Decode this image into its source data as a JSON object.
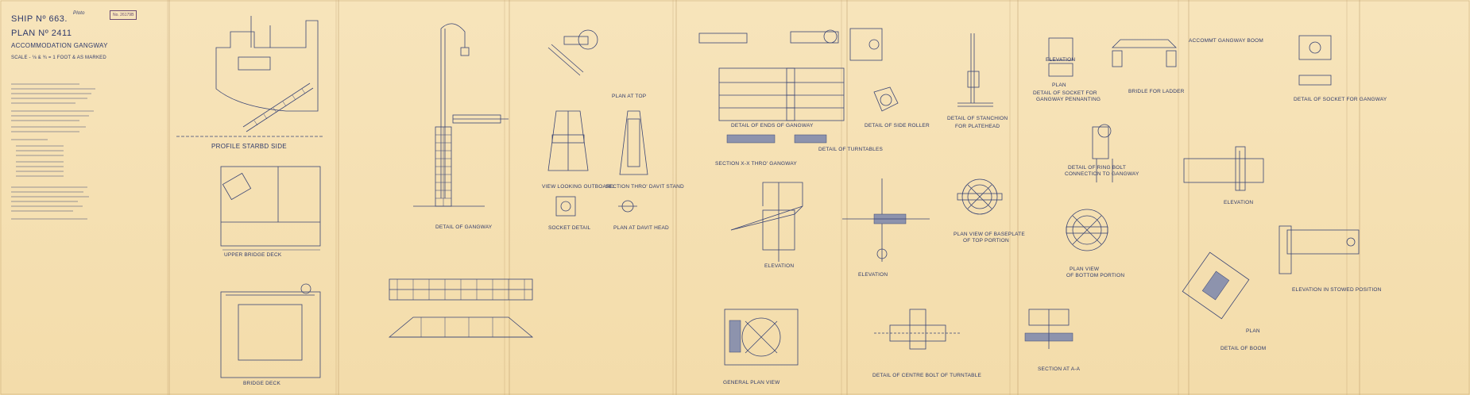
{
  "title_block": {
    "ship": "SHIP Nº 663.",
    "plan": "PLAN Nº 2411",
    "subject": "ACCOMMODATION GANGWAY",
    "scale": "SCALE - ⅛ & ¾ = 1 FOOT & AS MARKED",
    "ship_name_handwritten": "Ploto"
  },
  "labels": {
    "profile_starbd_side": "PROFILE STARBD SIDE",
    "upper_bridge_deck": "UPPER BRIDGE DECK",
    "bridge_deck": "BRIDGE DECK",
    "detail_of_gangway": "DETAIL OF GANGWAY",
    "view_looking_outboard": "VIEW LOOKING OUTBOARD",
    "section_thro_davit_stand": "SECTION THRO' DAVIT STAND",
    "socket_detail": "SOCKET DETAIL",
    "plan_at_davit_head": "PLAN AT DAVIT HEAD",
    "plan_at_top": "PLAN AT TOP",
    "detail_of_ends_of_gangway": "DETAIL OF ENDS OF GANGWAY",
    "section_xx_thro_gangway": "SECTION X-X THRO' GANGWAY",
    "detail_of_turntables": "DETAIL OF TURNTABLES",
    "detail_of_side_roller": "DETAIL OF SIDE ROLLER",
    "detail_of_stanchion_for_platehead": "DETAIL OF STANCHION",
    "for_platehead": "FOR PLATEHEAD",
    "plan": "PLAN",
    "elevation": "ELEVATION",
    "detail_of_socket_for_gangway_pennant": "DETAIL OF SOCKET FOR",
    "gangway_pennanting": "GANGWAY PENNANTING",
    "bridle_for_ladder": "BRIDLE FOR LADDER",
    "account_gangway_boom": "ACCOMMT GANGWAY BOOM",
    "detail_of_socket_for_gangway": "DETAIL OF SOCKET FOR GANGWAY",
    "detail_of_ring_bolt": "DETAIL OF RING BOLT",
    "connection_to_gangway": "CONNECTION TO GANGWAY",
    "plan_view_of_baseplate": "PLAN VIEW OF BASEPLATE",
    "of_top_portion": "OF TOP PORTION",
    "plan_view": "PLAN VIEW",
    "of_bottom_portion": "OF BOTTOM PORTION",
    "elevation_in_stowed_position": "ELEVATION IN STOWED POSITION",
    "general_plan_view": "GENERAL PLAN VIEW",
    "detail_of_centre_bolt_of_turntable": "DETAIL OF CENTRE BOLT OF TURNTABLE",
    "section_at_aa": "SECTION AT A-A",
    "detail_of_boom": "DETAIL OF BOOM"
  },
  "stamps": {
    "approved": "No. 26179B"
  }
}
